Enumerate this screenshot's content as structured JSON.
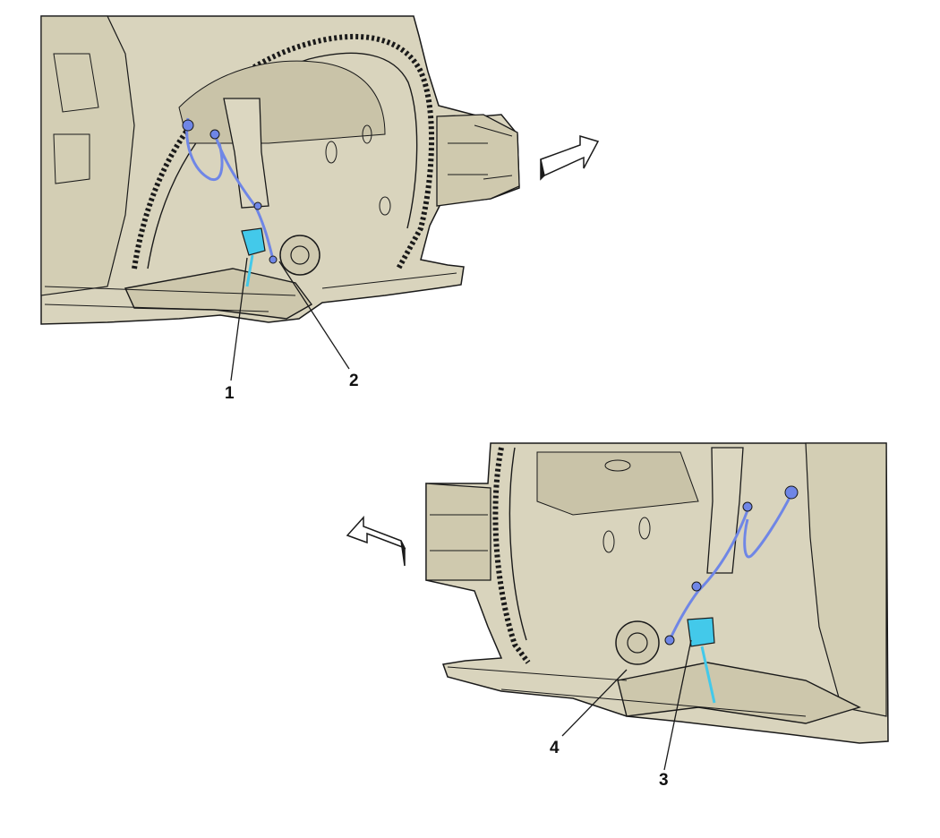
{
  "callouts": {
    "c1": "1",
    "c2": "2",
    "c3": "3",
    "c4": "4"
  },
  "colors": {
    "body_fill": "#d9d4bd",
    "body_shade": "#c9c3a8",
    "line": "#1a1a1a",
    "harness_blue": "#6f86e6",
    "sensor_cyan": "#43c9ea",
    "arrow_fill": "#ffffff"
  },
  "views": [
    {
      "id": "top-view",
      "direction_arrow": "right"
    },
    {
      "id": "bottom-view",
      "direction_arrow": "left"
    }
  ]
}
